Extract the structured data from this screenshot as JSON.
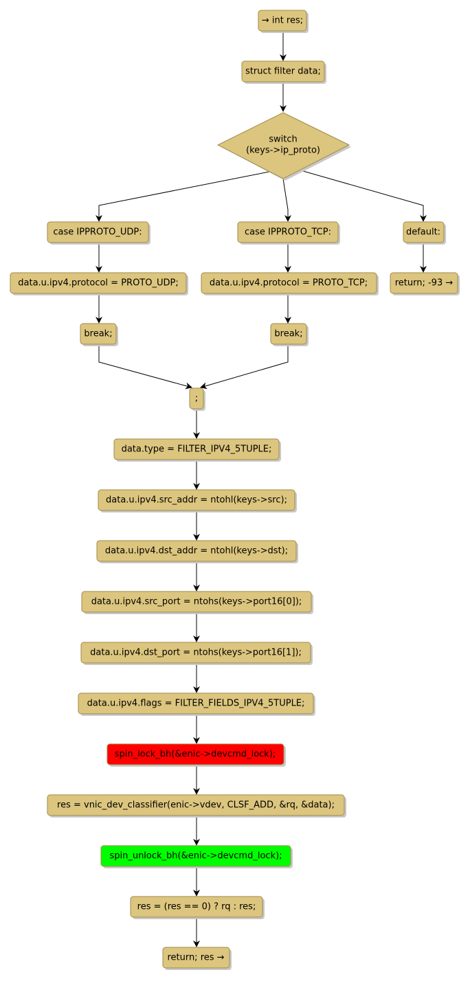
{
  "colors": {
    "node_fill": "#dcc57e",
    "node_border": "#a08a4a",
    "lock_fill": "#ff0000",
    "unlock_fill": "#00ff00",
    "edge": "#000000"
  },
  "nodes": {
    "start": "→ int res;",
    "decl_data": "struct filter data;",
    "switch_line1": "switch",
    "switch_line2": "(keys->ip_proto)",
    "case_udp": "case IPPROTO_UDP:",
    "case_tcp": "case IPPROTO_TCP:",
    "case_default": "default:",
    "proto_udp": "data.u.ipv4.protocol = PROTO_UDP;",
    "proto_tcp": "data.u.ipv4.protocol = PROTO_TCP;",
    "return_default": "return; -93 →",
    "break_udp": "break;",
    "break_tcp": "break;",
    "merge": ";",
    "set_type": "data.type = FILTER_IPV4_5TUPLE;",
    "src_addr": "data.u.ipv4.src_addr = ntohl(keys->src);",
    "dst_addr": "data.u.ipv4.dst_addr = ntohl(keys->dst);",
    "src_port": "data.u.ipv4.src_port = ntohs(keys->port16[0]);",
    "dst_port": "data.u.ipv4.dst_port = ntohs(keys->port16[1]);",
    "flags": "data.u.ipv4.flags = FILTER_FIELDS_IPV4_5TUPLE;",
    "lock": "spin_lock_bh(&enic->devcmd_lock);",
    "classifier": "res = vnic_dev_classifier(enic->vdev, CLSF_ADD, &rq, &data);",
    "unlock": "spin_unlock_bh(&enic->devcmd_lock);",
    "res_assign": "res = (res == 0) ? rq : res;",
    "return_res": "return; res →"
  }
}
